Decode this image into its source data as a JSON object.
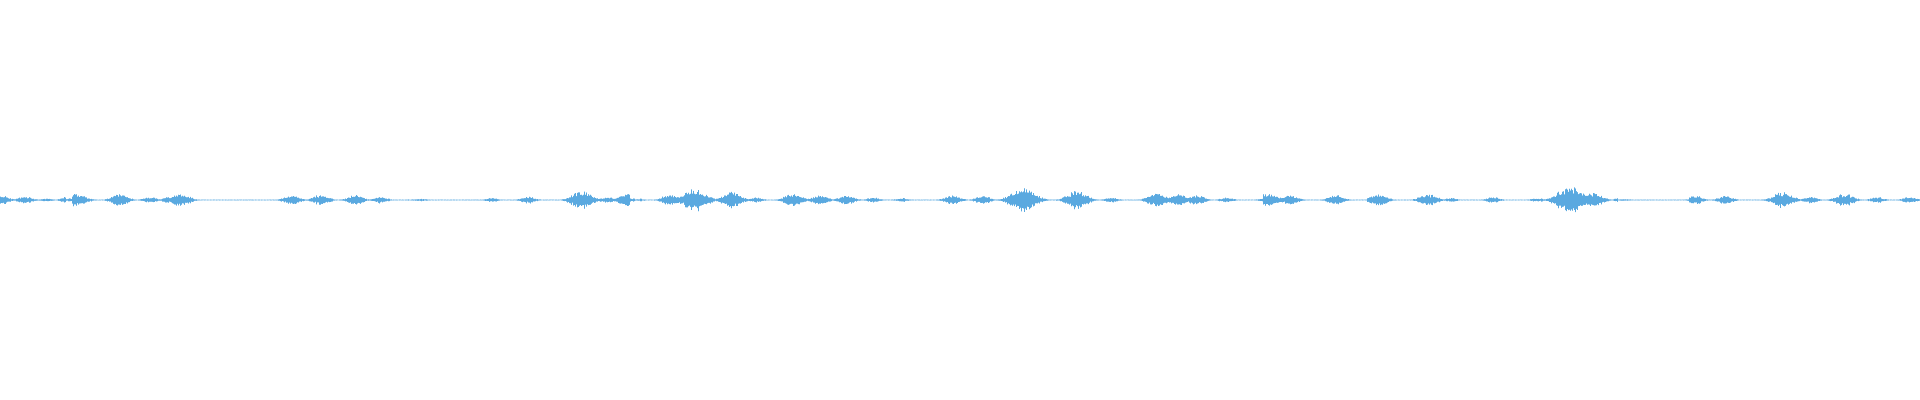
{
  "waveform": {
    "color": "#5aa9e0",
    "baseline_amplitude": 0.012,
    "sample_count": 1920,
    "events": [
      {
        "t": 0.0,
        "a": 0.3
      },
      {
        "t": 0.013,
        "a": 0.22
      },
      {
        "t": 0.024,
        "a": 0.1
      },
      {
        "t": 0.039,
        "a": 0.45
      },
      {
        "t": 0.045,
        "a": 0.12
      },
      {
        "t": 0.062,
        "a": 0.35
      },
      {
        "t": 0.078,
        "a": 0.18
      },
      {
        "t": 0.088,
        "a": 0.2
      },
      {
        "t": 0.094,
        "a": 0.4
      },
      {
        "t": 0.12,
        "a": 0.08
      },
      {
        "t": 0.152,
        "a": 0.3
      },
      {
        "t": 0.167,
        "a": 0.32
      },
      {
        "t": 0.185,
        "a": 0.3
      },
      {
        "t": 0.198,
        "a": 0.2
      },
      {
        "t": 0.219,
        "a": 0.25
      },
      {
        "t": 0.256,
        "a": 0.12
      },
      {
        "t": 0.275,
        "a": 0.22
      },
      {
        "t": 0.303,
        "a": 0.55
      },
      {
        "t": 0.316,
        "a": 0.18
      },
      {
        "t": 0.327,
        "a": 0.4
      },
      {
        "t": 0.349,
        "a": 0.35
      },
      {
        "t": 0.362,
        "a": 0.7
      },
      {
        "t": 0.381,
        "a": 0.5
      },
      {
        "t": 0.394,
        "a": 0.15
      },
      {
        "t": 0.413,
        "a": 0.4
      },
      {
        "t": 0.427,
        "a": 0.3
      },
      {
        "t": 0.441,
        "a": 0.28
      },
      {
        "t": 0.455,
        "a": 0.15
      },
      {
        "t": 0.47,
        "a": 0.12
      },
      {
        "t": 0.496,
        "a": 0.3
      },
      {
        "t": 0.512,
        "a": 0.25
      },
      {
        "t": 0.533,
        "a": 0.75
      },
      {
        "t": 0.54,
        "a": 0.2
      },
      {
        "t": 0.561,
        "a": 0.55
      },
      {
        "t": 0.579,
        "a": 0.15
      },
      {
        "t": 0.603,
        "a": 0.45
      },
      {
        "t": 0.614,
        "a": 0.35
      },
      {
        "t": 0.623,
        "a": 0.3
      },
      {
        "t": 0.639,
        "a": 0.15
      },
      {
        "t": 0.661,
        "a": 0.42
      },
      {
        "t": 0.672,
        "a": 0.3
      },
      {
        "t": 0.696,
        "a": 0.3
      },
      {
        "t": 0.718,
        "a": 0.38
      },
      {
        "t": 0.744,
        "a": 0.38
      },
      {
        "t": 0.756,
        "a": 0.12
      },
      {
        "t": 0.778,
        "a": 0.18
      },
      {
        "t": 0.801,
        "a": 0.12
      },
      {
        "t": 0.818,
        "a": 0.82
      },
      {
        "t": 0.83,
        "a": 0.45
      },
      {
        "t": 0.846,
        "a": 0.2
      },
      {
        "t": 0.883,
        "a": 0.28
      },
      {
        "t": 0.899,
        "a": 0.25
      },
      {
        "t": 0.929,
        "a": 0.5
      },
      {
        "t": 0.943,
        "a": 0.2
      },
      {
        "t": 0.961,
        "a": 0.4
      },
      {
        "t": 0.978,
        "a": 0.18
      },
      {
        "t": 0.995,
        "a": 0.2
      }
    ],
    "gaps": [
      [
        0.034,
        0.037
      ],
      [
        0.115,
        0.14
      ],
      [
        0.213,
        0.232
      ],
      [
        0.328,
        0.333
      ],
      [
        0.647,
        0.658
      ],
      [
        0.706,
        0.712
      ],
      [
        0.843,
        0.88
      ]
    ]
  }
}
